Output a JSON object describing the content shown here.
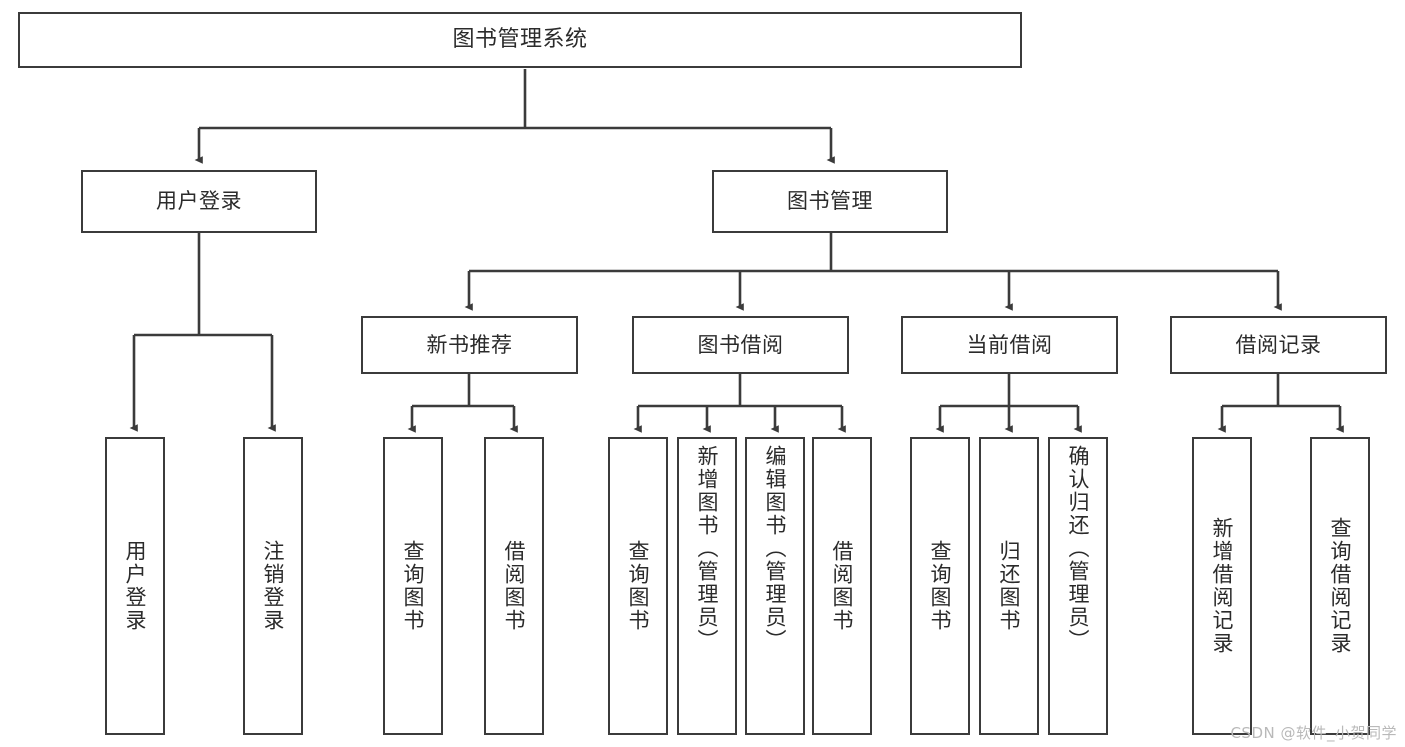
{
  "diagram": {
    "title": "图书管理系统",
    "type": "tree-hierarchy-chart",
    "watermark": "CSDN @软件_小贺同学",
    "colors": {
      "stroke": "#3b3b3b",
      "fill": "#ffffff",
      "text": "#2b2b2b",
      "watermark": "#b9b9b9"
    },
    "nodes": {
      "root": {
        "label": "图书管理系统"
      },
      "level2": [
        {
          "id": "user-login",
          "label": "用户登录"
        },
        {
          "id": "book-manage",
          "label": "图书管理"
        }
      ],
      "level3": [
        {
          "id": "new-book-rec",
          "label": "新书推荐"
        },
        {
          "id": "book-borrow",
          "label": "图书借阅"
        },
        {
          "id": "current-borrow",
          "label": "当前借阅"
        },
        {
          "id": "borrow-record",
          "label": "借阅记录"
        }
      ],
      "leaves": {
        "user_login": [
          {
            "id": "leaf-user-login",
            "label": "用户登录"
          },
          {
            "id": "leaf-user-logout",
            "label": "注销登录"
          }
        ],
        "new_book_rec": [
          {
            "id": "leaf-query-book-1",
            "label": "查询图书"
          },
          {
            "id": "leaf-borrow-book-1",
            "label": "借阅图书"
          }
        ],
        "book_borrow": [
          {
            "id": "leaf-query-book-2",
            "label": "查询图书"
          },
          {
            "id": "leaf-add-book",
            "label": "新增图书（管理员）"
          },
          {
            "id": "leaf-edit-book",
            "label": "编辑图书（管理员）"
          },
          {
            "id": "leaf-borrow-book-2",
            "label": "借阅图书"
          }
        ],
        "current_borrow": [
          {
            "id": "leaf-query-book-3",
            "label": "查询图书"
          },
          {
            "id": "leaf-return-book",
            "label": "归还图书"
          },
          {
            "id": "leaf-confirm-return",
            "label": "确认归还（管理员）"
          }
        ],
        "borrow_record": [
          {
            "id": "leaf-add-record",
            "label": "新增借阅记录"
          },
          {
            "id": "leaf-query-record",
            "label": "查询借阅记录"
          }
        ]
      }
    }
  }
}
